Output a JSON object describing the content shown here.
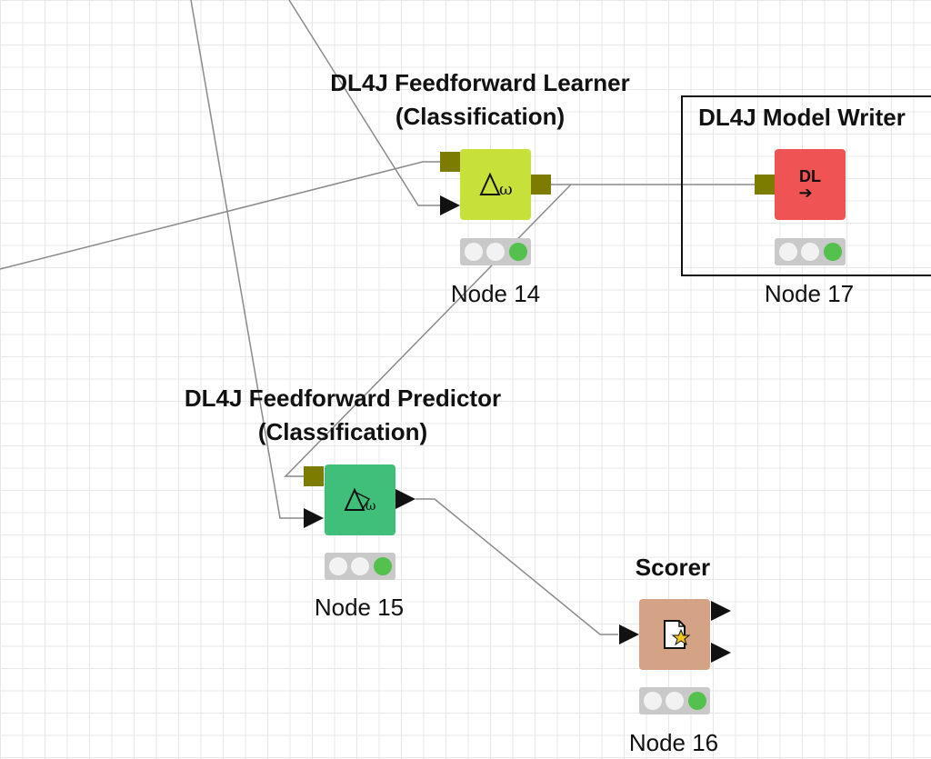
{
  "nodes": {
    "learner": {
      "title_line1": "DL4J Feedforward Learner",
      "title_line2": "(Classification)",
      "label": "Node 14",
      "icon": "neural-network-learner-icon",
      "color": "#c8e03a"
    },
    "writer": {
      "title": "DL4J Model Writer",
      "label": "Node 17",
      "icon_text": "DL",
      "icon": "model-writer-icon",
      "color": "#f05353"
    },
    "predictor": {
      "title_line1": "DL4J Feedforward Predictor",
      "title_line2": "(Classification)",
      "label": "Node 15",
      "icon": "neural-network-predictor-icon",
      "color": "#3fbf79"
    },
    "scorer": {
      "title": "Scorer",
      "label": "Node 16",
      "icon": "scorer-document-star-icon",
      "color": "#d4a285"
    }
  },
  "colors": {
    "model_port": "#7c7c00",
    "data_port": "#111111",
    "status_green": "#54c04d",
    "connection": "#8a8a8a"
  }
}
